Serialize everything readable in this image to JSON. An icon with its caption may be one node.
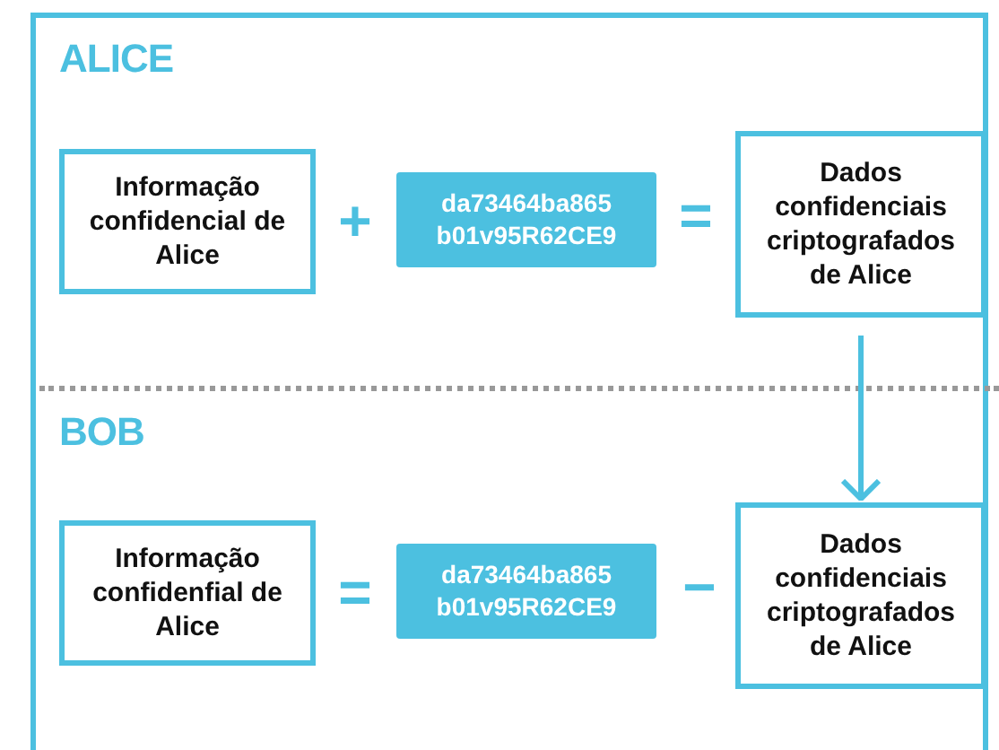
{
  "diagram": {
    "nodes": [
      {
        "text": [
          "Informação confidencial de Alice"
        ]
      },
      {
        "text": [
          "da73464ba865 b01v95R62CE9"
        ]
      },
      {
        "text": [
          "Dados confidenciais criptografados de Alice"
        ]
      },
      {
        "text": [
          "Informação confidenfial de Alice"
        ]
      },
      {
        "text": [
          "da73464ba865 b01v95R62CE9"
        ]
      },
      {
        "text": [
          "Dados confidenciais criptografados de Alice"
        ]
      }
    ],
    "edges": [
      {
        "from": 2,
        "to": 5,
        "arrow": "to"
      }
    ],
    "labels": [
      "ALICE",
      "+",
      "=",
      "BOB",
      "=",
      "−"
    ]
  }
}
